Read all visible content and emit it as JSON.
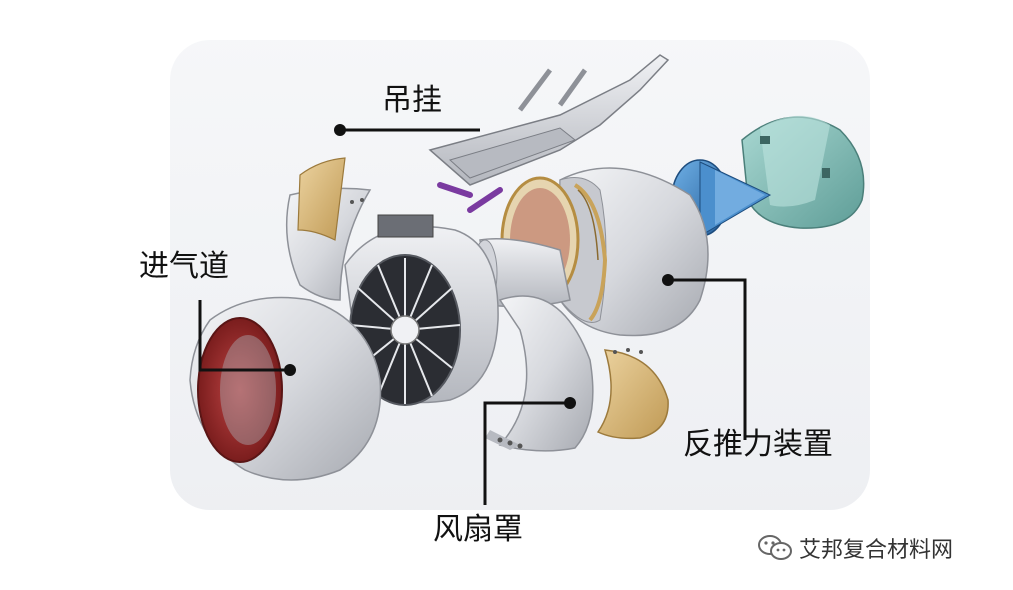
{
  "labels": {
    "pylon": "吊挂",
    "inlet": "进气道",
    "thrust_reverser": "反推力装置",
    "fan_cowl": "风扇罩"
  },
  "watermark": {
    "text": "艾邦复合材料网",
    "icon": "wechat-icon"
  },
  "colors": {
    "nacelle_silver": "#d9dbe0",
    "inlet_red": "#9a2a2a",
    "blue_cone": "#3a7fc0",
    "teal_nozzle": "#7fbdb6",
    "tan_panel": "#d8bb82",
    "purple_strut": "#7a3aa0"
  }
}
